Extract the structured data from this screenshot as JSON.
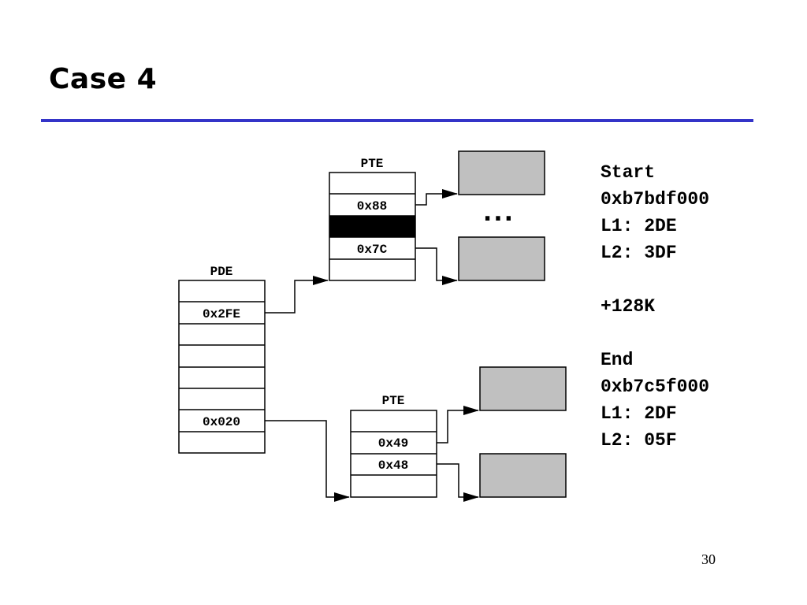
{
  "slide": {
    "title": "Case 4",
    "rule_color": "#3434c8",
    "page_number": "30"
  },
  "diagram": {
    "pde": {
      "header": "PDE",
      "entries": [
        "",
        "0x2FE",
        "",
        "",
        "",
        "",
        "0x020",
        ""
      ]
    },
    "pte_top": {
      "header": "PTE",
      "entries": [
        "",
        "0x88",
        "",
        "0x7C",
        ""
      ],
      "highlighted_entry": 2
    },
    "pte_bottom": {
      "header": "PTE",
      "entries": [
        "",
        "0x49",
        "0x48",
        ""
      ]
    },
    "ellipsis": "...",
    "page_fill_color": "#c0c0c0"
  },
  "info": {
    "lines": [
      "Start",
      "0xb7bdf000",
      "L1: 2DE",
      "L2: 3DF",
      "",
      "+128K",
      "",
      "End",
      "0xb7c5f000",
      "L1: 2DF",
      "L2: 05F"
    ]
  }
}
